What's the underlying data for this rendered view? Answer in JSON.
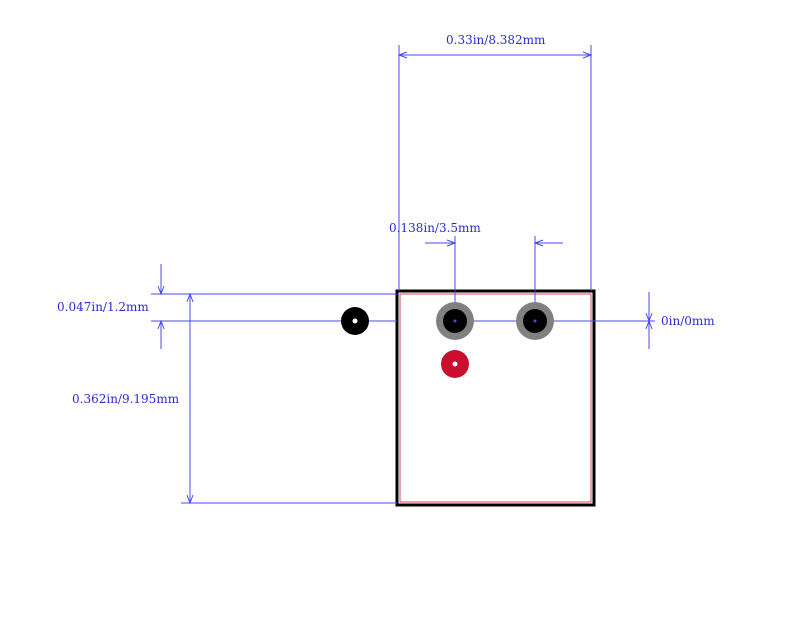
{
  "dimensions": {
    "overall_width": "0.33in/8.382mm",
    "pin_pitch": "0.138in/3.5mm",
    "vertical_offset": "0.047in/1.2mm",
    "overall_height": "0.362in/9.195mm",
    "origin": "0in/0mm"
  },
  "colors": {
    "dimension": "#4a4af0",
    "dimension_text": "#2b2bd6",
    "outline": "#000000",
    "courtyard": "#c0303a",
    "pad_ring": "#808080",
    "pad_hole": "#000000",
    "pin1_marker": "#c8102e"
  }
}
